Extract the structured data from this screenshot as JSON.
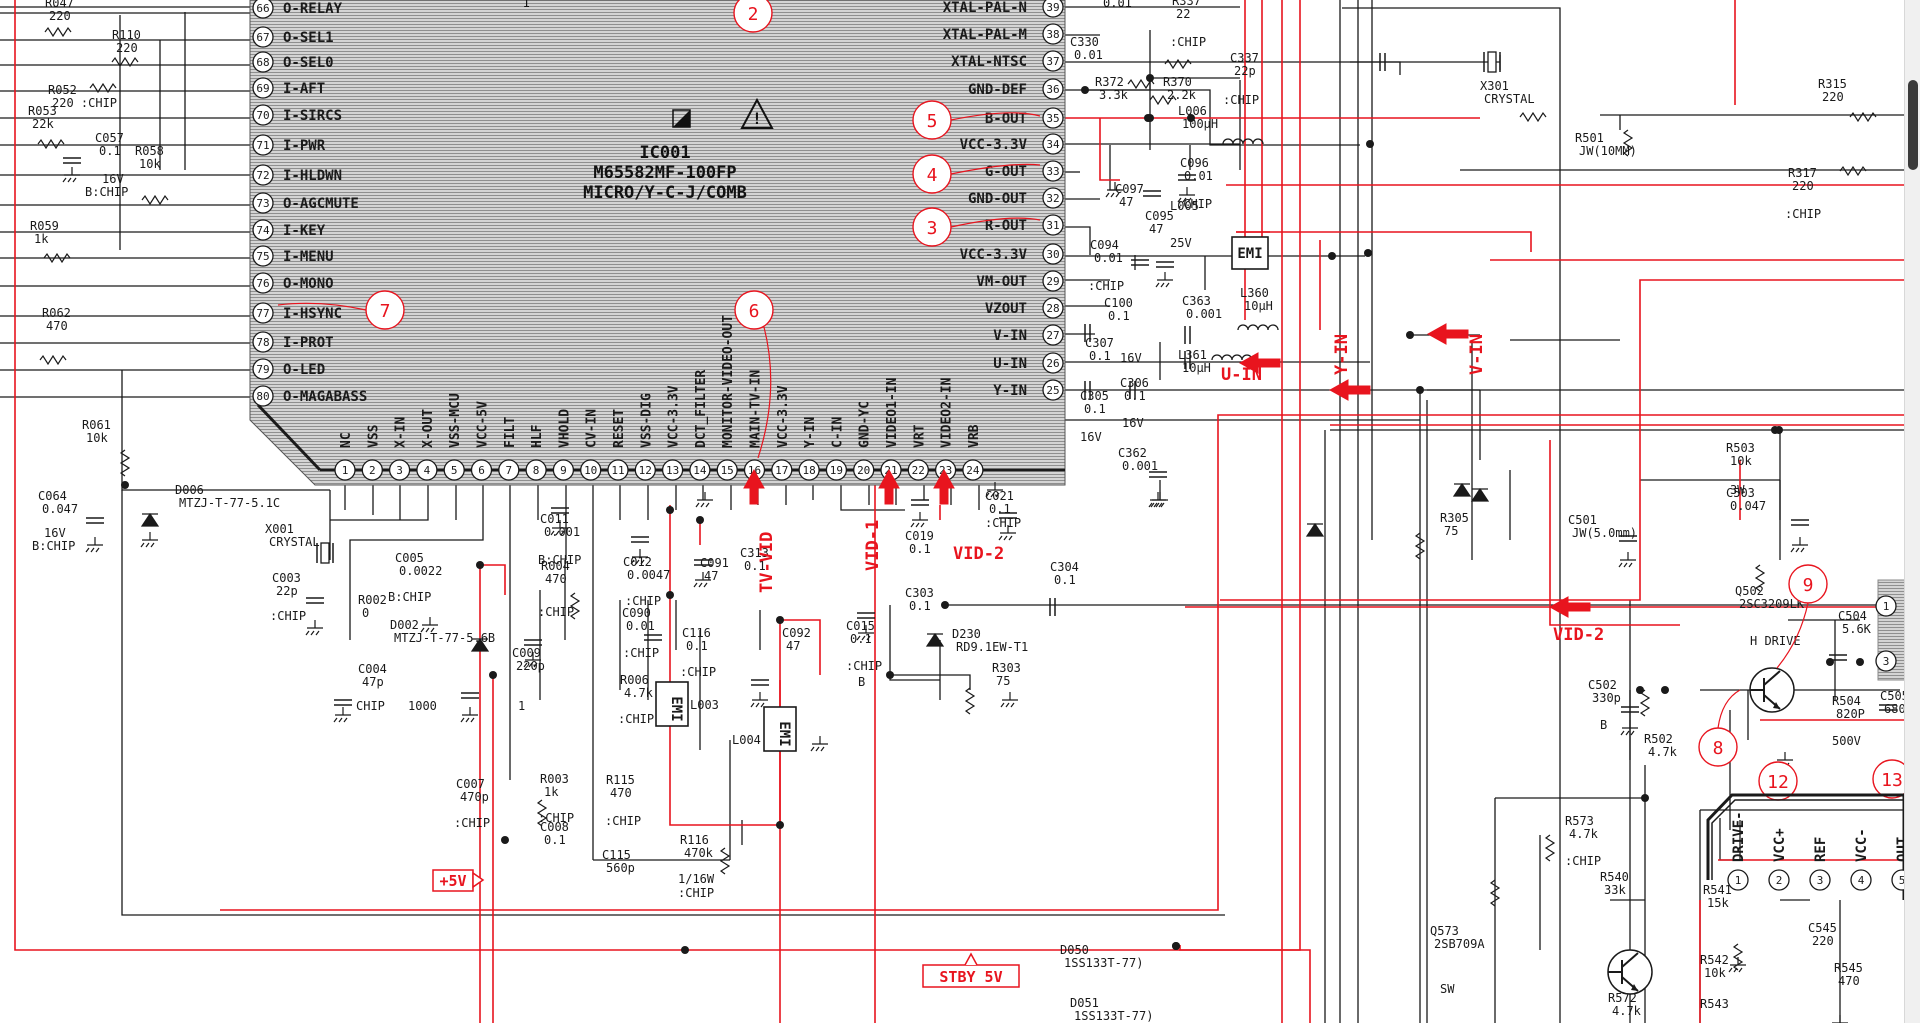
{
  "schematic": {
    "ic": {
      "ref": "IC001",
      "part": "M65582MF-100FP",
      "desc": "MICRO/Y-C-J/COMB"
    },
    "left_pins": [
      {
        "num": "66",
        "name": "O-RELAY"
      },
      {
        "num": "67",
        "name": "O-SEL1"
      },
      {
        "num": "68",
        "name": "O-SEL0"
      },
      {
        "num": "69",
        "name": "I-AFT"
      },
      {
        "num": "70",
        "name": "I-SIRCS"
      },
      {
        "num": "71",
        "name": "I-PWR"
      },
      {
        "num": "72",
        "name": "I-HLDWN"
      },
      {
        "num": "73",
        "name": "O-AGCMUTE"
      },
      {
        "num": "74",
        "name": "I-KEY"
      },
      {
        "num": "75",
        "name": "I-MENU"
      },
      {
        "num": "76",
        "name": "O-MONO"
      },
      {
        "num": "77",
        "name": "I-HSYNC"
      },
      {
        "num": "78",
        "name": "I-PROT"
      },
      {
        "num": "79",
        "name": "O-LED"
      },
      {
        "num": "80",
        "name": "O-MAGABASS"
      }
    ],
    "right_pins": [
      {
        "num": "39",
        "name": "XTAL-PAL-N"
      },
      {
        "num": "38",
        "name": "XTAL-PAL-M"
      },
      {
        "num": "37",
        "name": "XTAL-NTSC"
      },
      {
        "num": "36",
        "name": "GND-DEF"
      },
      {
        "num": "35",
        "name": "B-OUT"
      },
      {
        "num": "34",
        "name": "VCC-3.3V"
      },
      {
        "num": "33",
        "name": "G-OUT"
      },
      {
        "num": "32",
        "name": "GND-OUT"
      },
      {
        "num": "31",
        "name": "R-OUT"
      },
      {
        "num": "30",
        "name": "VCC-3.3V"
      },
      {
        "num": "29",
        "name": "VM-OUT"
      },
      {
        "num": "28",
        "name": "VZOUT"
      },
      {
        "num": "27",
        "name": "V-IN"
      },
      {
        "num": "26",
        "name": "U-IN"
      },
      {
        "num": "25",
        "name": "Y-IN"
      }
    ],
    "bottom_pins": [
      {
        "num": "1",
        "name": "NC"
      },
      {
        "num": "2",
        "name": "VSS"
      },
      {
        "num": "3",
        "name": "X-IN"
      },
      {
        "num": "4",
        "name": "X-OUT"
      },
      {
        "num": "5",
        "name": "VSS-MCU"
      },
      {
        "num": "6",
        "name": "VCC-5V"
      },
      {
        "num": "7",
        "name": "FILT"
      },
      {
        "num": "8",
        "name": "HLF"
      },
      {
        "num": "9",
        "name": "VHOLD"
      },
      {
        "num": "10",
        "name": "CV-IN"
      },
      {
        "num": "11",
        "name": "RESET"
      },
      {
        "num": "12",
        "name": "VSS-DIG"
      },
      {
        "num": "13",
        "name": "VCC-3.3V"
      },
      {
        "num": "14",
        "name": "DCT_FILTER"
      },
      {
        "num": "15",
        "name": "MONITOR-VIDEO-OUT"
      },
      {
        "num": "16",
        "name": "MAIN-TV-IN"
      },
      {
        "num": "17",
        "name": "VCC-3.3V"
      },
      {
        "num": "18",
        "name": "Y-IN"
      },
      {
        "num": "19",
        "name": "C-IN"
      },
      {
        "num": "20",
        "name": "GND-YC"
      },
      {
        "num": "21",
        "name": "VIDEO1-IN"
      },
      {
        "num": "22",
        "name": "VRT"
      },
      {
        "num": "23",
        "name": "VIDEO2-IN"
      },
      {
        "num": "24",
        "name": "VRB"
      }
    ],
    "partial_labels": [
      {
        "text": "0.01"
      },
      {
        "text": "I"
      }
    ],
    "components": [
      {
        "ref": "R047",
        "value": "220"
      },
      {
        "ref": "R110",
        "value": "220"
      },
      {
        "ref": "R052",
        "value": "220 :CHIP"
      },
      {
        "ref": "R053",
        "value": "22k"
      },
      {
        "ref": "C057",
        "value": "0.1"
      },
      {
        "ref": "C057_v",
        "value": "16V"
      },
      {
        "ref": "C057_t",
        "value": "B:CHIP"
      },
      {
        "ref": "R058",
        "value": "10k"
      },
      {
        "ref": "R059",
        "value": "1k"
      },
      {
        "ref": "R062",
        "value": "470"
      },
      {
        "ref": "R061",
        "value": "10k"
      },
      {
        "ref": "C064",
        "value": "0.047"
      },
      {
        "ref": "C064_v",
        "value": "16V"
      },
      {
        "ref": "C064_t",
        "value": "B:CHIP"
      },
      {
        "ref": "D006",
        "value": "MTZJ-T-77-5.1C"
      },
      {
        "ref": "X001",
        "value": "CRYSTAL"
      },
      {
        "ref": "C003",
        "value": "22p"
      },
      {
        "ref": "C003_t",
        "value": ":CHIP"
      },
      {
        "ref": "R002",
        "value": "0"
      },
      {
        "ref": "C005",
        "value": "0.0022"
      },
      {
        "ref": "C005_t",
        "value": "B:CHIP"
      },
      {
        "ref": "D002",
        "value": "MTZJ-T-77-5.6B"
      },
      {
        "ref": "C004",
        "value": "47p"
      },
      {
        "ref": "C004_t",
        "value": "CHIP"
      },
      {
        "ref": "C006",
        "value": "1000"
      },
      {
        "ref": "C011",
        "value": "0.001"
      },
      {
        "ref": "C011_t",
        "value": "B:CHIP"
      },
      {
        "ref": "R004",
        "value": "470"
      },
      {
        "ref": "R004_t",
        "value": ":CHIP"
      },
      {
        "ref": "C009",
        "value": "220p"
      },
      {
        "ref": "C010",
        "value": "1"
      },
      {
        "ref": "C007",
        "value": "470p"
      },
      {
        "ref": "C007_t",
        "value": ":CHIP"
      },
      {
        "ref": "R003",
        "value": "1k"
      },
      {
        "ref": "R003_t",
        "value": ":CHIP"
      },
      {
        "ref": "C008",
        "value": "0.1"
      },
      {
        "ref": "C012",
        "value": "0.0047"
      },
      {
        "ref": "C012_t",
        "value": ":CHIP"
      },
      {
        "ref": "C091",
        "value": "47"
      },
      {
        "ref": "C090",
        "value": "0.01"
      },
      {
        "ref": "C090_t",
        "value": ":CHIP"
      },
      {
        "ref": "C116",
        "value": "0.1"
      },
      {
        "ref": "C116_t",
        "value": ":CHIP"
      },
      {
        "ref": "R006",
        "value": "4.7k"
      },
      {
        "ref": "R006_t",
        "value": ":CHIP"
      },
      {
        "ref": "L003",
        "value": ""
      },
      {
        "ref": "R115",
        "value": "470"
      },
      {
        "ref": "R115_t",
        "value": ":CHIP"
      },
      {
        "ref": "C115",
        "value": "560p"
      },
      {
        "ref": "R116",
        "value": "470k"
      },
      {
        "ref": "R116_w",
        "value": "1/16W"
      },
      {
        "ref": "R116_t",
        "value": ":CHIP"
      },
      {
        "ref": "C014",
        "value": ""
      },
      {
        "ref": "C313",
        "value": "0.1"
      },
      {
        "ref": "C092",
        "value": "47"
      },
      {
        "ref": "L004",
        "value": ""
      },
      {
        "ref": "C015",
        "value": "0.1"
      },
      {
        "ref": "C015_t",
        "value": ":CHIP"
      },
      {
        "ref": "C015_b",
        "value": "B"
      },
      {
        "ref": "C019",
        "value": "0.1"
      },
      {
        "ref": "C303",
        "value": "0.1"
      },
      {
        "ref": "C021",
        "value": "0.1"
      },
      {
        "ref": "C021_t",
        "value": ":CHIP"
      },
      {
        "ref": "D230",
        "value": "RD9.1EW-T1"
      },
      {
        "ref": "R303",
        "value": "75"
      },
      {
        "ref": "C304",
        "value": "0.1"
      },
      {
        "ref": "R337",
        "value": "22"
      },
      {
        "ref": "R337_t",
        "value": ":CHIP"
      },
      {
        "ref": "C330",
        "value": "0.01"
      },
      {
        "ref": "C337",
        "value": "22p"
      },
      {
        "ref": "C337_t",
        "value": ":CHIP"
      },
      {
        "ref": "X301",
        "value": "CRYSTAL"
      },
      {
        "ref": "R372",
        "value": "3.3k"
      },
      {
        "ref": "R370",
        "value": "2.2k"
      },
      {
        "ref": "L006",
        "value": "100µH"
      },
      {
        "ref": "C096",
        "value": "0.01"
      },
      {
        "ref": "C096_t",
        "value": ":CHIP"
      },
      {
        "ref": "L005",
        "value": ""
      },
      {
        "ref": "C097",
        "value": "47"
      },
      {
        "ref": "C095",
        "value": "47"
      },
      {
        "ref": "C095_v",
        "value": "25V"
      },
      {
        "ref": "C094",
        "value": "0.01"
      },
      {
        "ref": "C094_t",
        "value": ":CHIP"
      },
      {
        "ref": "C100",
        "value": "0.1"
      },
      {
        "ref": "C363",
        "value": "0.001"
      },
      {
        "ref": "L360",
        "value": "10µH"
      },
      {
        "ref": "C307",
        "value": "0.1"
      },
      {
        "ref": "C307_v",
        "value": "16V"
      },
      {
        "ref": "L361",
        "value": "10µH"
      },
      {
        "ref": "C305",
        "value": "0.1"
      },
      {
        "ref": "C305_v",
        "value": "16V"
      },
      {
        "ref": "C306",
        "value": "0.1"
      },
      {
        "ref": "C306_v",
        "value": "16V"
      },
      {
        "ref": "C362",
        "value": "0.001"
      },
      {
        "ref": "D236",
        "value": "RD9.1EW-T1"
      },
      {
        "ref": "R305",
        "value": "75"
      },
      {
        "ref": "D234",
        "value": "RD9.1EW-T1"
      },
      {
        "ref": "R501",
        "value": "JW(10MM)"
      },
      {
        "ref": "R315",
        "value": "220"
      },
      {
        "ref": "R317",
        "value": "220"
      },
      {
        "ref": "R317_t",
        "value": ":CHIP"
      },
      {
        "ref": "R503",
        "value": "10k"
      },
      {
        "ref": "R503_w",
        "value": "3W"
      },
      {
        "ref": "C503",
        "value": "0.047"
      },
      {
        "ref": "C501",
        "value": "JW(5.0mm)"
      },
      {
        "ref": "Q502",
        "value": "2SC3209LK"
      },
      {
        "ref": "Q502_f",
        "value": "H DRIVE"
      },
      {
        "ref": "C504",
        "value": "5.6K"
      },
      {
        "ref": "C502",
        "value": "330p"
      },
      {
        "ref": "C502_b",
        "value": "B"
      },
      {
        "ref": "R504",
        "value": "820P"
      },
      {
        "ref": "R504_v",
        "value": "500V"
      },
      {
        "ref": "C505",
        "value": "680p"
      },
      {
        "ref": "R502",
        "value": "4.7k"
      },
      {
        "ref": "R573",
        "value": "4.7k"
      },
      {
        "ref": "R573_t",
        "value": ":CHIP"
      },
      {
        "ref": "R540",
        "value": "33k"
      },
      {
        "ref": "R541",
        "value": "15k"
      },
      {
        "ref": "R542",
        "value": "10k"
      },
      {
        "ref": "C545",
        "value": "220"
      },
      {
        "ref": "R545",
        "value": "470"
      },
      {
        "ref": "R543",
        "value": ""
      },
      {
        "ref": "R572",
        "value": "4.7k"
      },
      {
        "ref": "Q573",
        "value": "2SB709A"
      },
      {
        "ref": "Q573_f",
        "value": "SW"
      },
      {
        "ref": "D050",
        "value": "1SS133T-77)"
      },
      {
        "ref": "D051",
        "value": "1SS133T-77)"
      }
    ],
    "signals": {
      "tv_vid": "TV-VID",
      "vid1": "VID-1",
      "vid2": "VID-2",
      "vid2_right": "VID-2",
      "y_in": "Y-IN",
      "u_in": "U-IN",
      "v_in": "V-IN",
      "plus5v": "+5V",
      "stby": "STBY 5V",
      "emi": "EMI"
    },
    "callouts": [
      "2",
      "5",
      "4",
      "3",
      "7",
      "6",
      "9",
      "8",
      "12",
      "13"
    ],
    "right_ic_pins": [
      {
        "num": "1",
        "name": "DRIVE-"
      },
      {
        "num": "2",
        "name": "VCC+"
      },
      {
        "num": "3",
        "name": "REF"
      },
      {
        "num": "4",
        "name": "VCC-"
      },
      {
        "num": "5",
        "name": "OUT"
      }
    ],
    "connector_pins": [
      "1",
      "3"
    ]
  },
  "colors": {
    "ink": "#1a1a1a",
    "red": "#e8141e",
    "chip": "#c9c9c9",
    "chip_line": "#8c8c8c"
  }
}
